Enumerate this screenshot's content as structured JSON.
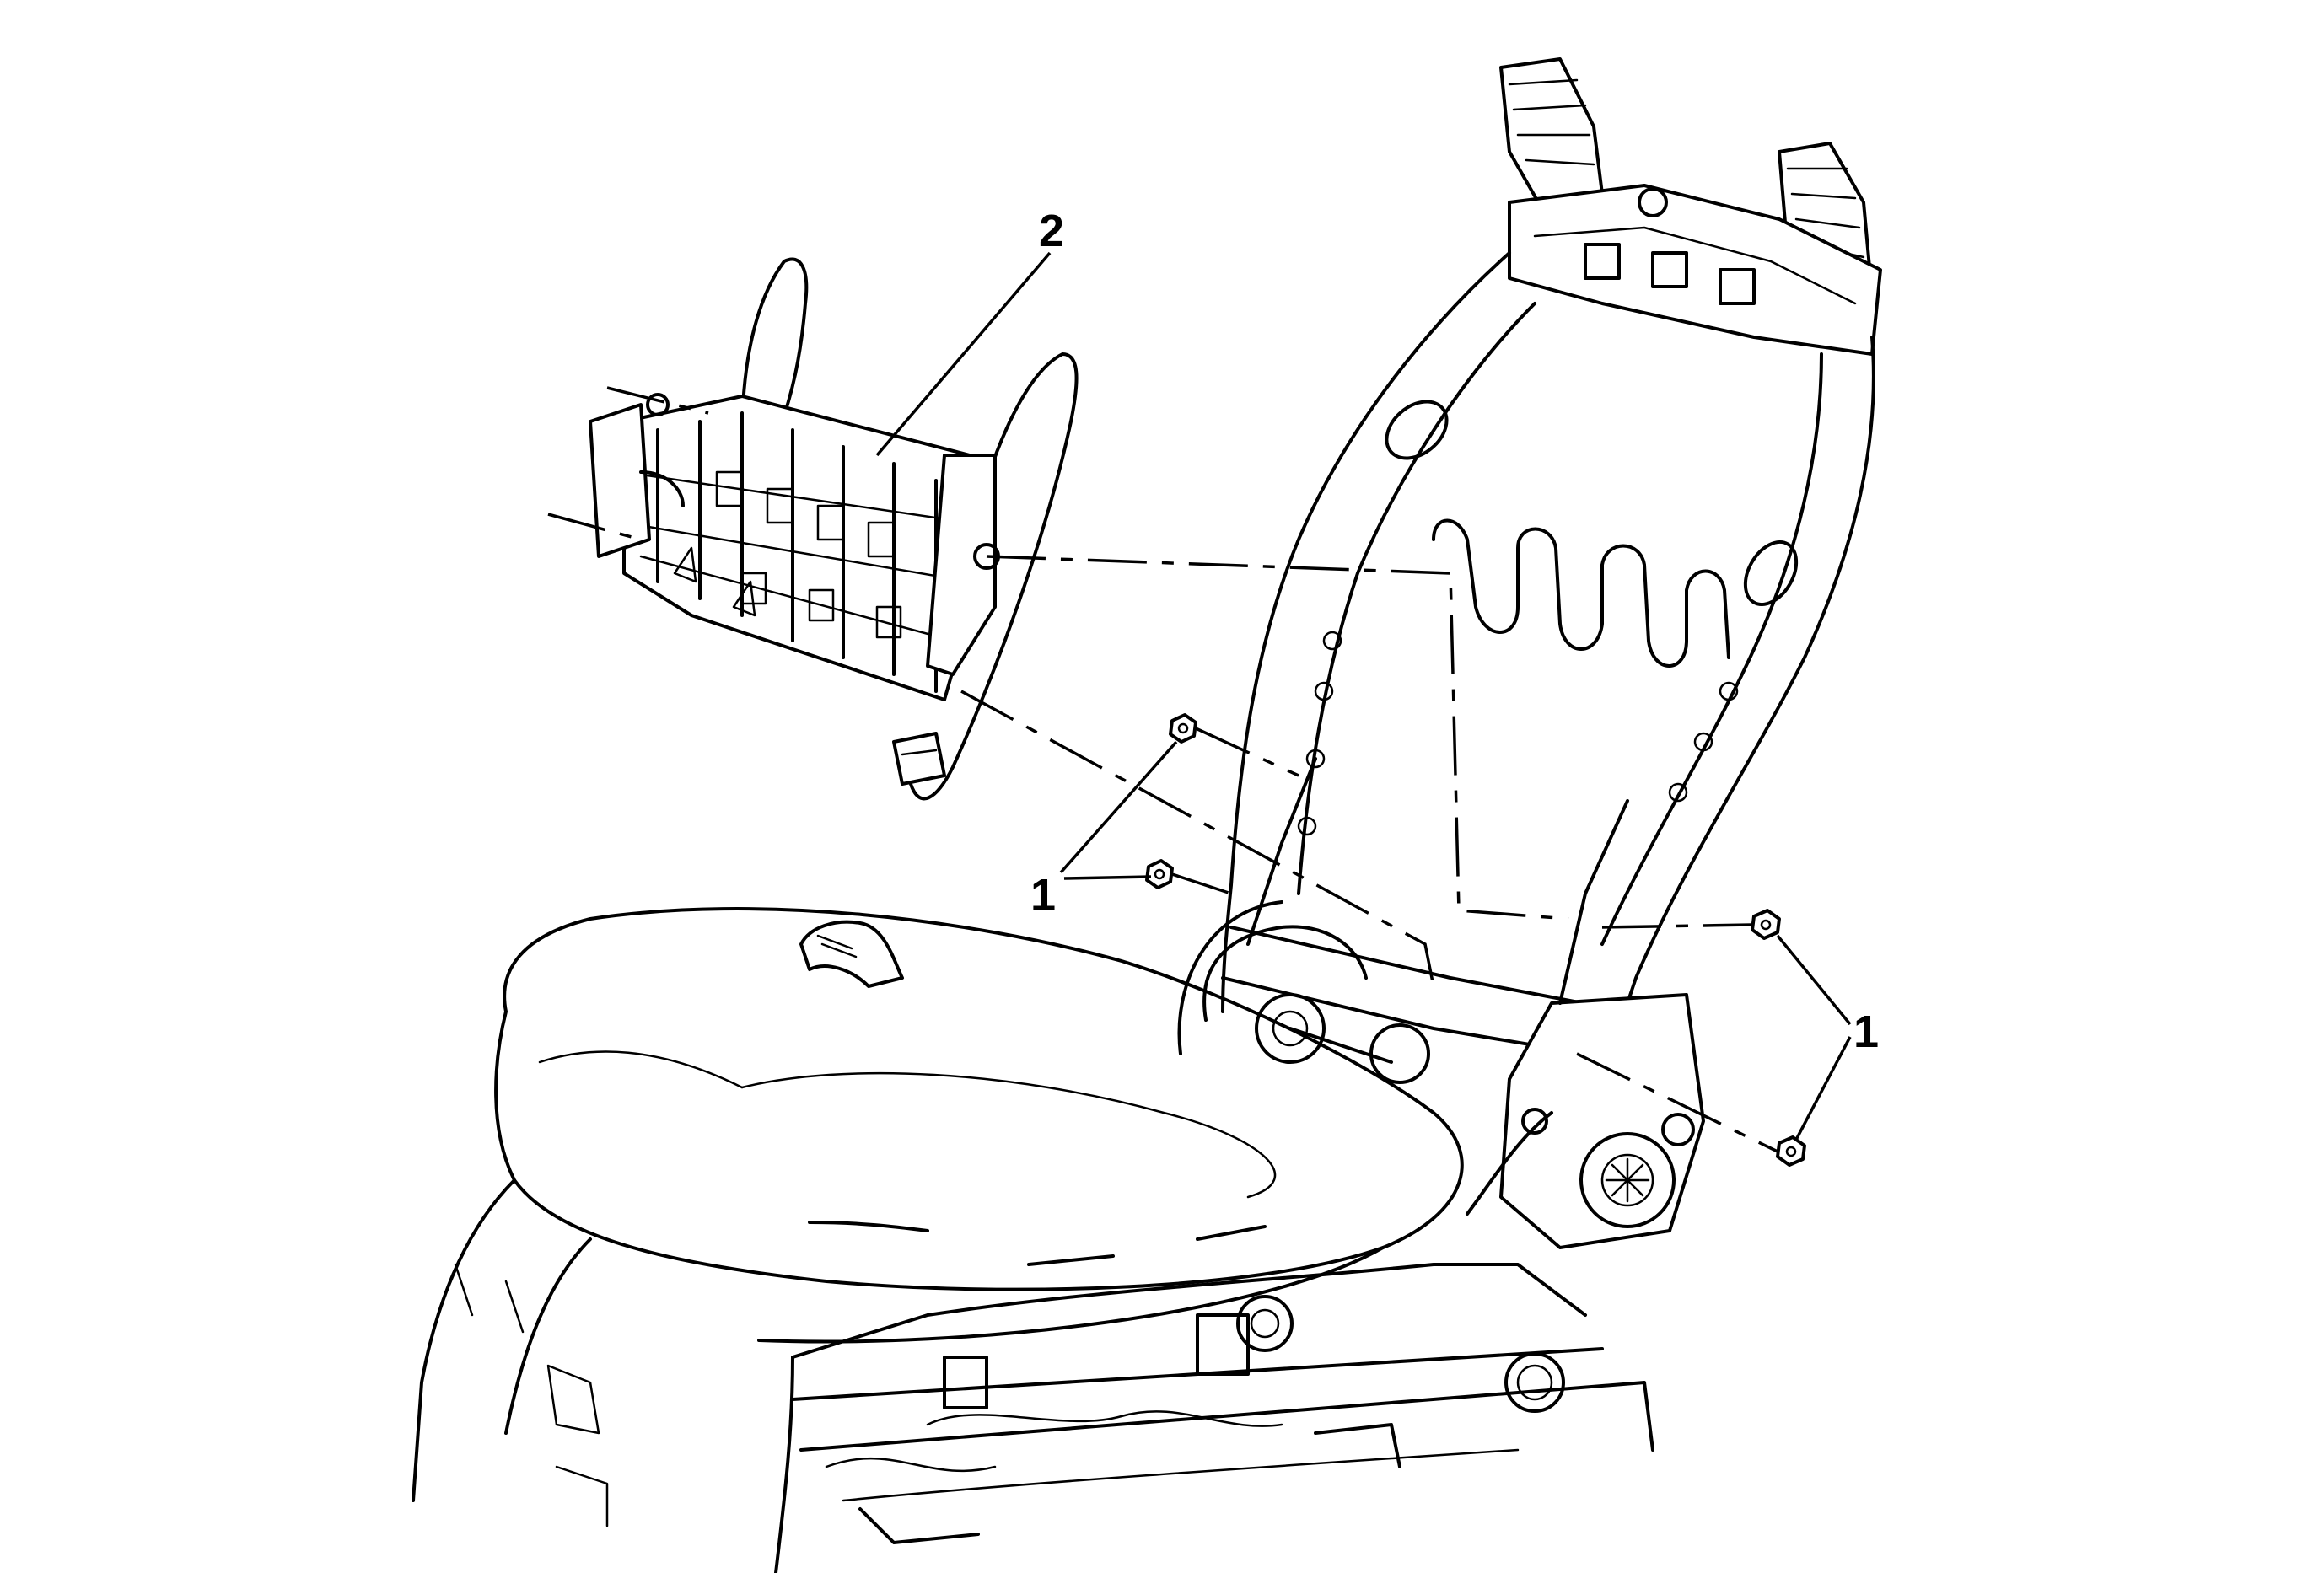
{
  "callouts": {
    "one_a": "1",
    "one_b": "1",
    "two": "2"
  },
  "components": [
    "seat-back-frame",
    "seat-cushion",
    "lumbar-support-assembly",
    "fasteners"
  ]
}
